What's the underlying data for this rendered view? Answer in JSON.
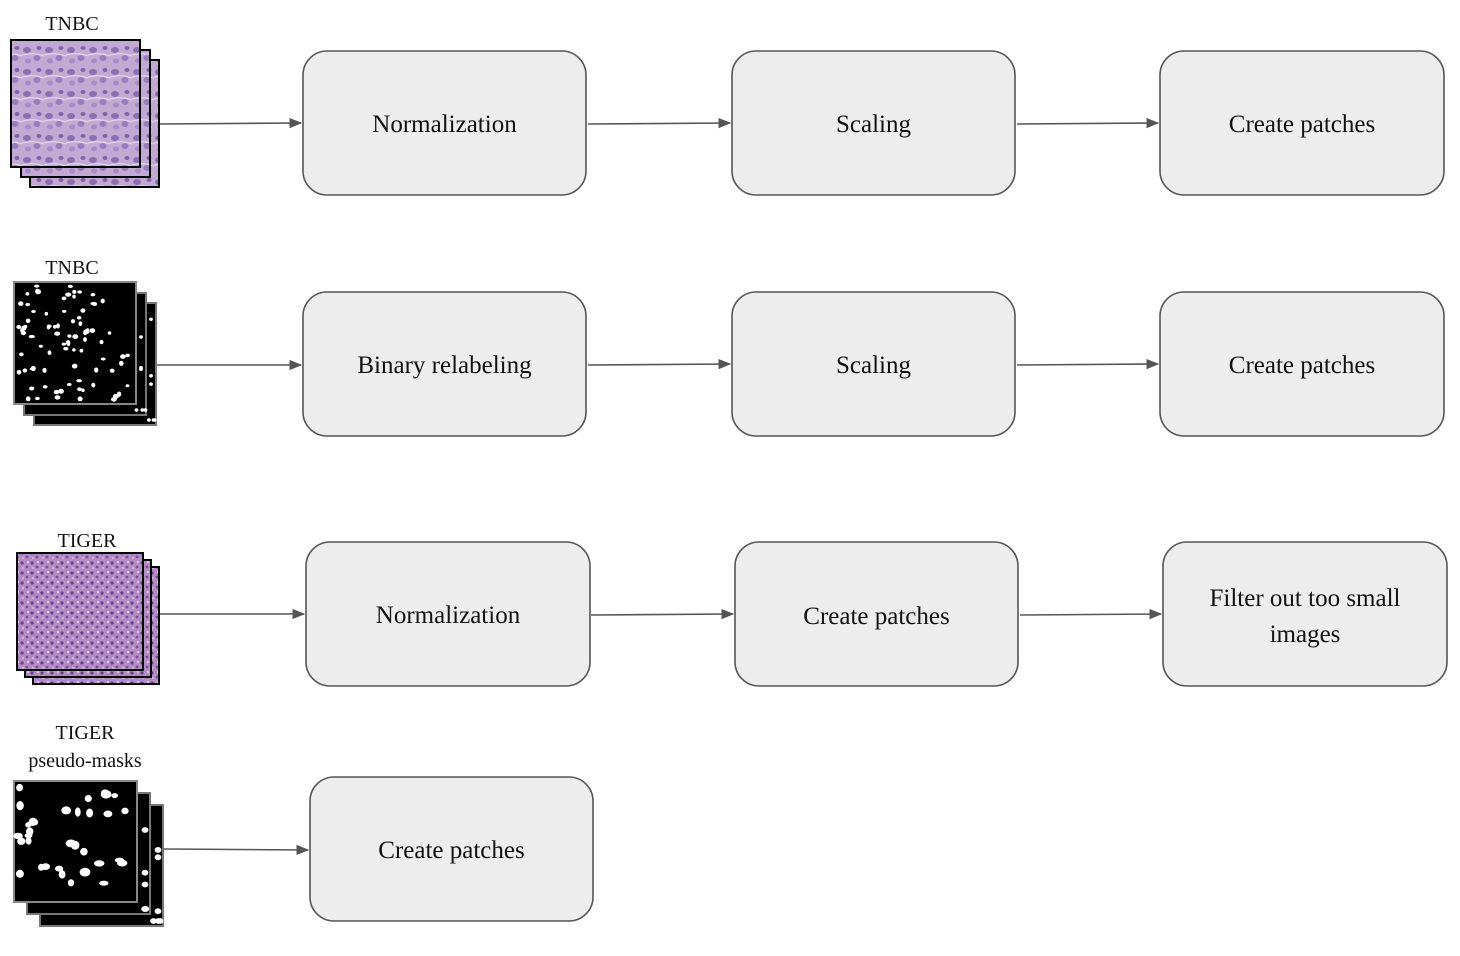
{
  "rows": [
    {
      "source": {
        "label_lines": [
          "TNBC"
        ],
        "image": "he-stained-tissue-stack"
      },
      "steps": [
        {
          "lines": [
            "Normalization"
          ]
        },
        {
          "lines": [
            "Scaling"
          ]
        },
        {
          "lines": [
            "Create patches"
          ]
        }
      ]
    },
    {
      "source": {
        "label_lines": [
          "TNBC"
        ],
        "image": "binary-mask-stack"
      },
      "steps": [
        {
          "lines": [
            "Binary relabeling"
          ]
        },
        {
          "lines": [
            "Scaling"
          ]
        },
        {
          "lines": [
            "Create patches"
          ]
        }
      ]
    },
    {
      "source": {
        "label_lines": [
          "TIGER"
        ],
        "image": "he-stained-tissue-stack"
      },
      "steps": [
        {
          "lines": [
            "Normalization"
          ]
        },
        {
          "lines": [
            "Create patches"
          ]
        },
        {
          "lines": [
            "Filter out too small",
            "images"
          ]
        }
      ]
    },
    {
      "source": {
        "label_lines": [
          "TIGER",
          "pseudo-masks"
        ],
        "image": "binary-mask-stack"
      },
      "steps": [
        {
          "lines": [
            "Create patches"
          ]
        }
      ]
    }
  ],
  "colors": {
    "box_fill": "#ededed",
    "box_stroke": "#555555",
    "arrow": "#555555",
    "tissue": "#b498c8",
    "mask": "#000000"
  }
}
